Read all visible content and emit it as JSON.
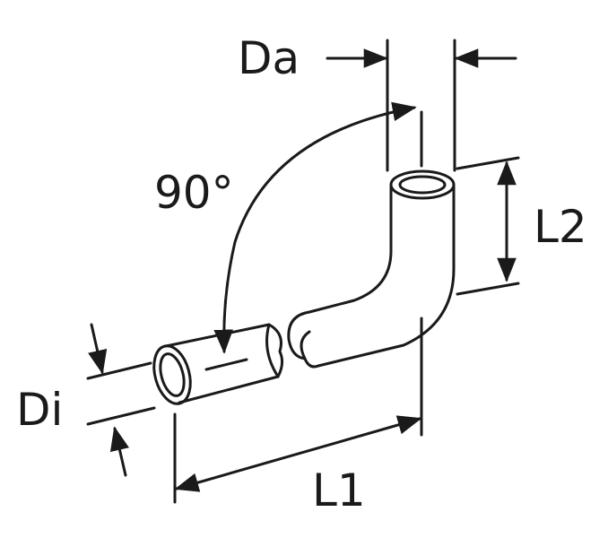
{
  "diagram": {
    "labels": {
      "outer_diameter": "Da",
      "angle": "90°",
      "length_2": "L2",
      "inner_diameter": "Di",
      "length_1": "L1"
    },
    "line_color": "#1a1a1a"
  }
}
